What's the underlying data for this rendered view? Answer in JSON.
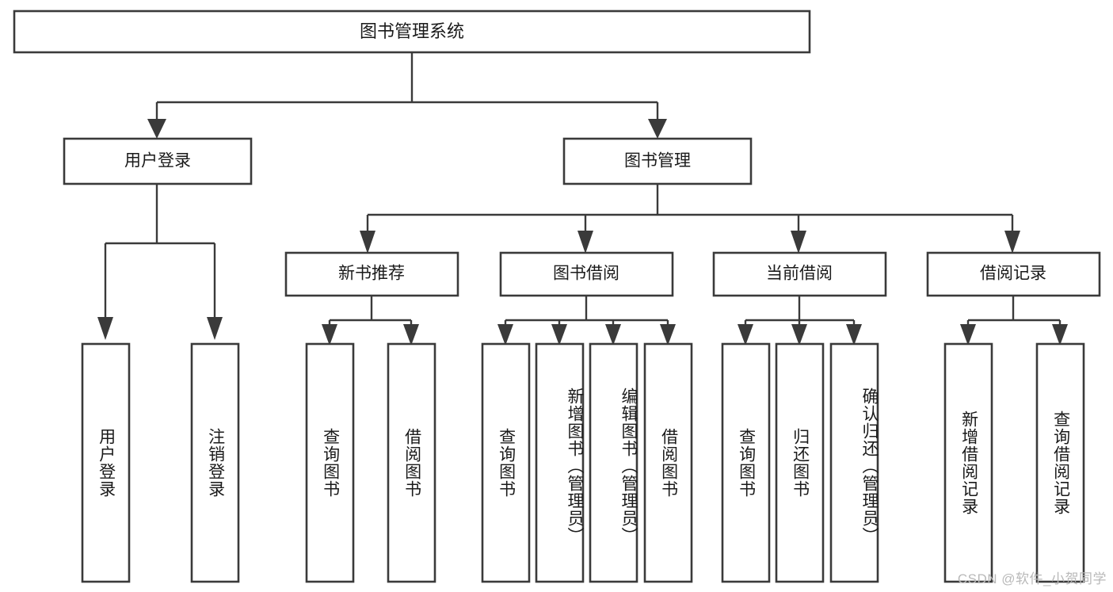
{
  "diagram": {
    "type": "tree-hierarchy-diagram",
    "title": "图书管理系统",
    "watermark": "CSDN @软件_小贺同学",
    "colors": {
      "box_stroke": "#3a3a3a",
      "box_fill": "#ffffff",
      "connector": "#3a3a3a",
      "text": "#1a1a1a",
      "watermark": "#b9b9b9",
      "background": "#ffffff"
    },
    "root": {
      "label": "图书管理系统"
    },
    "level2": [
      {
        "label": "用户登录"
      },
      {
        "label": "图书管理"
      }
    ],
    "level3": [
      {
        "label": "新书推荐"
      },
      {
        "label": "图书借阅"
      },
      {
        "label": "当前借阅"
      },
      {
        "label": "借阅记录"
      }
    ],
    "leaves": {
      "user_login": [
        {
          "label": "用户登录"
        },
        {
          "label": "注销登录"
        }
      ],
      "new_book_recommend": [
        {
          "label": "查询图书"
        },
        {
          "label": "借阅图书"
        }
      ],
      "book_borrow": [
        {
          "label": "查询图书"
        },
        {
          "label": "新增图书（管理员）"
        },
        {
          "label": "编辑图书（管理员）"
        },
        {
          "label": "借阅图书"
        }
      ],
      "current_borrow": [
        {
          "label": "查询图书"
        },
        {
          "label": "归还图书"
        },
        {
          "label": "确认归还（管理员）"
        }
      ],
      "borrow_record": [
        {
          "label": "新增借阅记录"
        },
        {
          "label": "查询借阅记录"
        }
      ]
    }
  }
}
